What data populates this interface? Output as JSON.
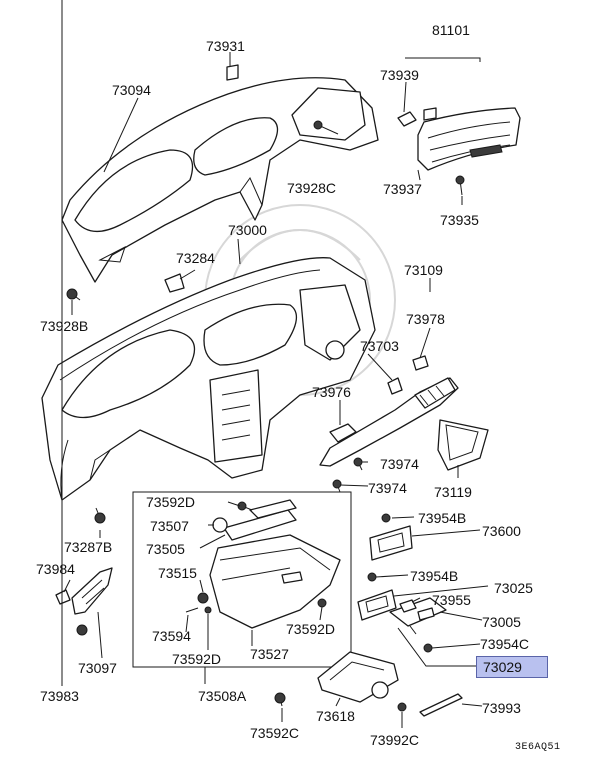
{
  "diagram": {
    "drawing_code": "3E6AQ51",
    "highlight_color": "#b9c1ef",
    "callouts": [
      {
        "id": "73931",
        "label": "73931"
      },
      {
        "id": "81101",
        "label": "81101"
      },
      {
        "id": "73094",
        "label": "73094"
      },
      {
        "id": "73939",
        "label": "73939"
      },
      {
        "id": "73928C",
        "label": "73928C"
      },
      {
        "id": "73937",
        "label": "73937"
      },
      {
        "id": "73935",
        "label": "73935"
      },
      {
        "id": "73000",
        "label": "73000"
      },
      {
        "id": "73284",
        "label": "73284"
      },
      {
        "id": "73109",
        "label": "73109"
      },
      {
        "id": "73928B",
        "label": "73928B"
      },
      {
        "id": "73978",
        "label": "73978"
      },
      {
        "id": "73703",
        "label": "73703"
      },
      {
        "id": "73976",
        "label": "73976"
      },
      {
        "id": "73974a",
        "label": "73974"
      },
      {
        "id": "73974b",
        "label": "73974"
      },
      {
        "id": "73119",
        "label": "73119"
      },
      {
        "id": "73592Da",
        "label": "73592D"
      },
      {
        "id": "73507",
        "label": "73507"
      },
      {
        "id": "73505",
        "label": "73505"
      },
      {
        "id": "73287B",
        "label": "73287B"
      },
      {
        "id": "73954Ba",
        "label": "73954B"
      },
      {
        "id": "73600",
        "label": "73600"
      },
      {
        "id": "73984",
        "label": "73984"
      },
      {
        "id": "73515",
        "label": "73515"
      },
      {
        "id": "73954Bb",
        "label": "73954B"
      },
      {
        "id": "73025",
        "label": "73025"
      },
      {
        "id": "73955",
        "label": "73955"
      },
      {
        "id": "73005",
        "label": "73005"
      },
      {
        "id": "73594",
        "label": "73594"
      },
      {
        "id": "73592Db",
        "label": "73592D"
      },
      {
        "id": "73954C",
        "label": "73954C"
      },
      {
        "id": "73097",
        "label": "73097"
      },
      {
        "id": "73592Dc",
        "label": "73592D"
      },
      {
        "id": "73527",
        "label": "73527"
      },
      {
        "id": "73029",
        "label": "73029"
      },
      {
        "id": "73983",
        "label": "73983"
      },
      {
        "id": "73508A",
        "label": "73508A"
      },
      {
        "id": "73618",
        "label": "73618"
      },
      {
        "id": "73993",
        "label": "73993"
      },
      {
        "id": "73592C",
        "label": "73592C"
      },
      {
        "id": "73992C",
        "label": "73992C"
      }
    ]
  }
}
